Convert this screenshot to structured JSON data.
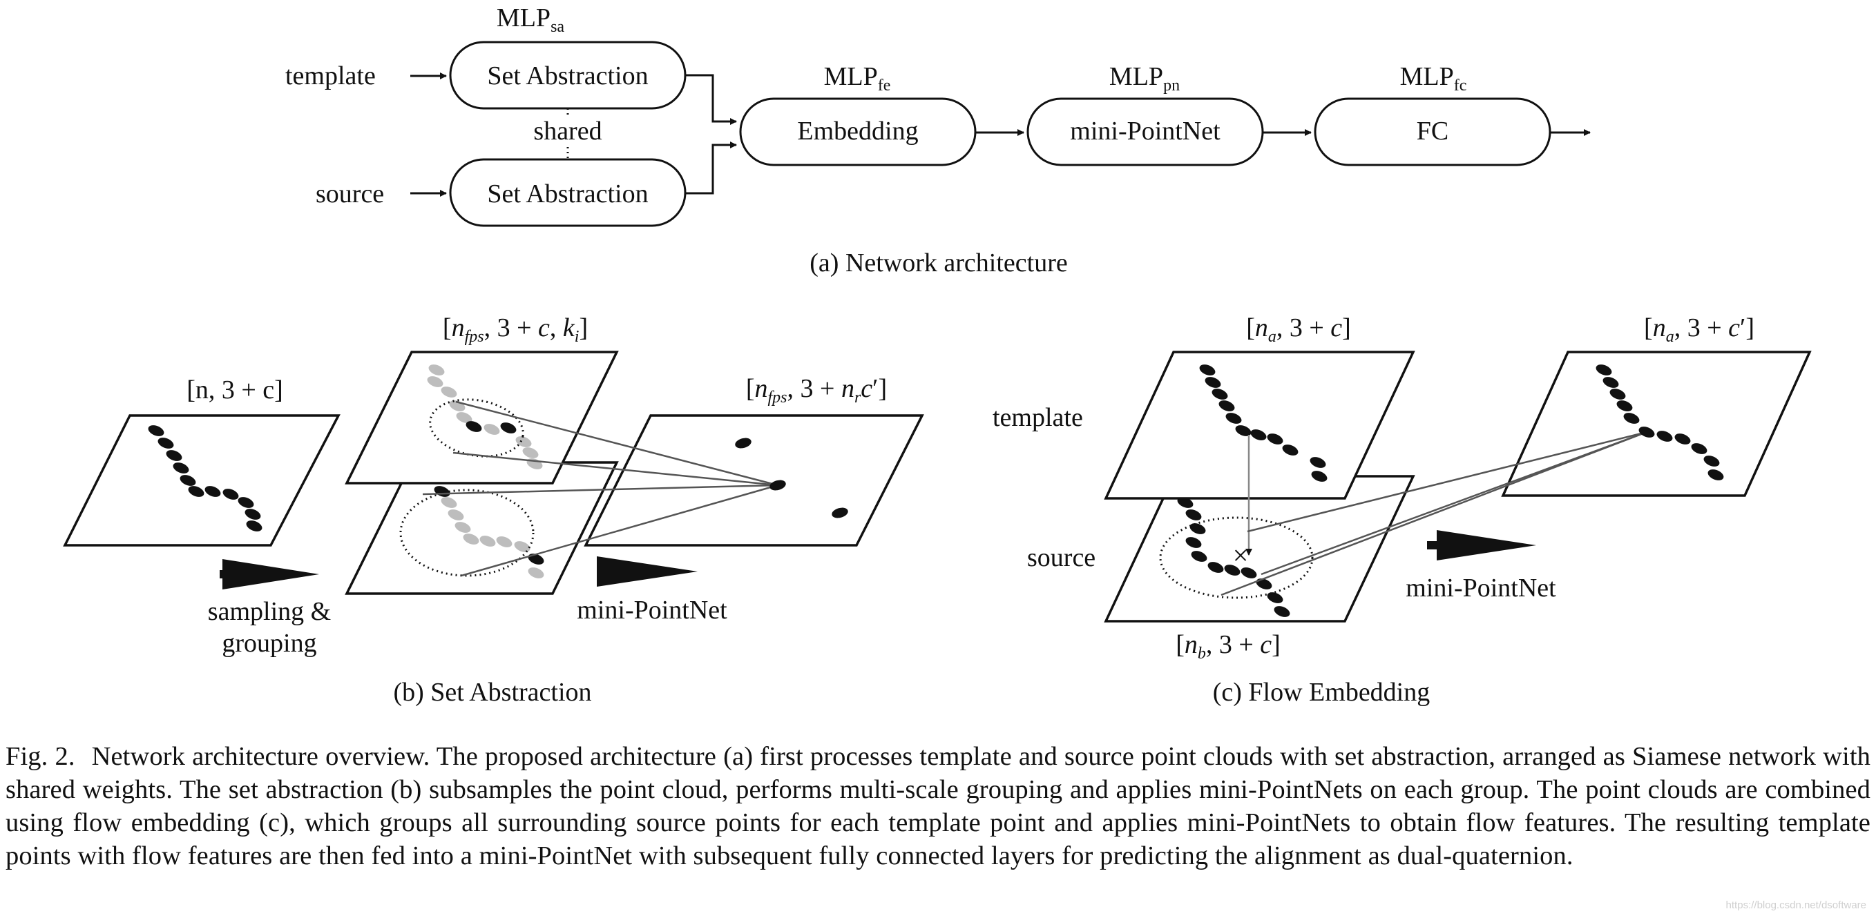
{
  "panel_a": {
    "template_label": "template",
    "source_label": "source",
    "shared_label": "shared",
    "sa_top": "Set Abstraction",
    "sa_bottom": "Set Abstraction",
    "mlp_sa": {
      "main": "MLP",
      "sub": "sa"
    },
    "mlp_fe": {
      "main": "MLP",
      "sub": "fe"
    },
    "mlp_pn": {
      "main": "MLP",
      "sub": "pn"
    },
    "mlp_fc": {
      "main": "MLP",
      "sub": "fc"
    },
    "embedding": "Embedding",
    "mini_pointnet": "mini-PointNet",
    "fc": "FC",
    "caption": "(a)  Network architecture"
  },
  "panel_b": {
    "input_shape": "[n, 3 + c]",
    "grouped_shape": "[n_fps, 3 + c, k_i]",
    "output_shape": "[n_fps, 3 + n_r c′]",
    "sampling_line1": "sampling &",
    "sampling_line2": "grouping",
    "mini_pointnet": "mini-PointNet",
    "caption": "(b)  Set Abstraction"
  },
  "panel_c": {
    "template_shape": "[n_a, 3 + c]",
    "output_shape": "[n_a, 3 + c′]",
    "source_shape": "[n_b, 3 + c]",
    "template_label": "template",
    "source_label": "source",
    "mini_pointnet": "mini-PointNet",
    "caption": "(c)  Flow Embedding"
  },
  "figure_caption": {
    "label": "Fig. 2.",
    "text": "Network architecture overview. The proposed architecture (a) first processes template and source point clouds with set abstraction, arranged as Siamese network with shared weights. The set abstraction (b) subsamples the point cloud, performs multi-scale grouping and applies mini-PointNets on each group. The point clouds are combined using flow embedding (c), which groups all surrounding source points for each template point and applies mini-PointNets to obtain flow features. The resulting template points with flow features are then fed into a mini-PointNet with subsequent fully connected layers for predicting the alignment as dual-quaternion."
  },
  "watermark": "https://blog.csdn.net/dsoftware",
  "colors": {
    "ink": "#111111",
    "gray_point": "#bdbdbd",
    "edge_line": "#555555",
    "background": "#ffffff"
  }
}
